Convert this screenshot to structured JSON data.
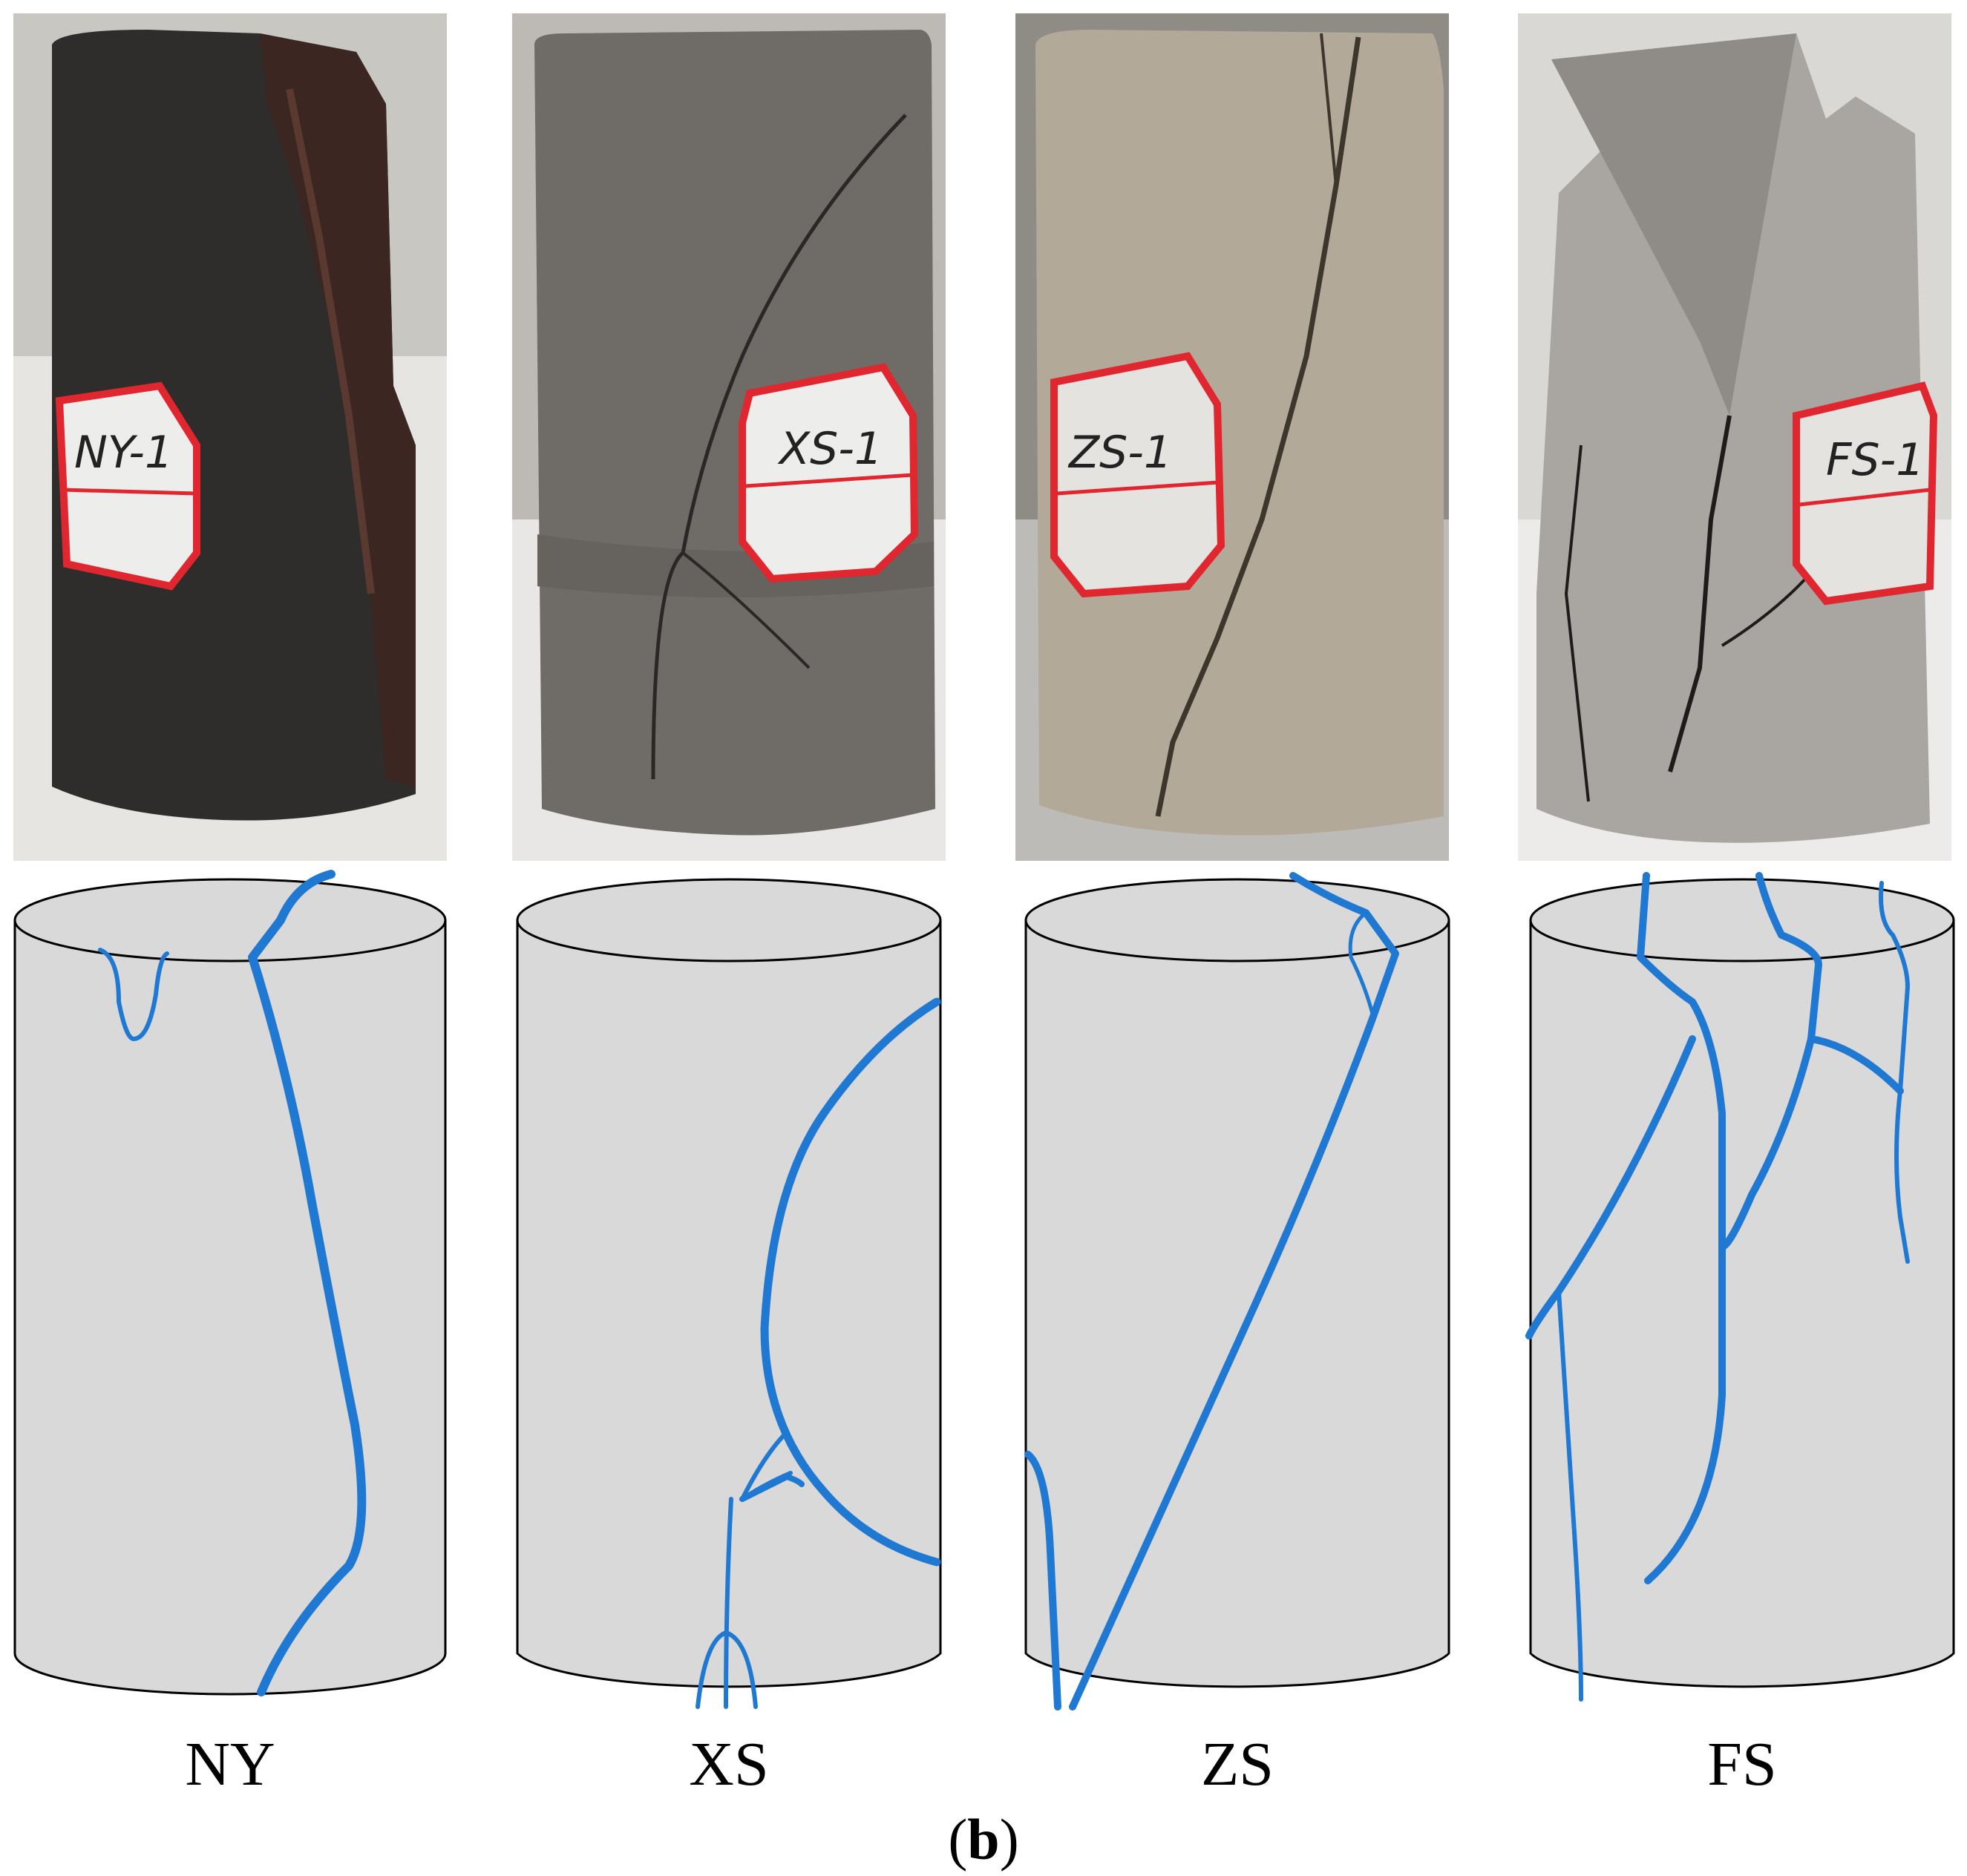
{
  "figure": {
    "panel_label_open": "(",
    "panel_label_letter": "b",
    "panel_label_close": ")"
  },
  "specimens": [
    {
      "id": "NY",
      "caption": "NY",
      "tag": "NY-1",
      "rock_color": "#2e2d2b",
      "rock_dark": "#1c1b1a",
      "bg_color": "#c9c7c2"
    },
    {
      "id": "XS",
      "caption": "XS",
      "tag": "XS-1",
      "rock_color": "#6f6b66",
      "rock_dark": "#5a5652",
      "bg_color": "#bdbab5"
    },
    {
      "id": "ZS",
      "caption": "ZS",
      "tag": "ZS-1",
      "rock_color": "#b3a999",
      "rock_dark": "#9a907f",
      "bg_color": "#8f8c86"
    },
    {
      "id": "FS",
      "caption": "FS",
      "tag": "FS-1",
      "rock_color": "#a9a6a2",
      "rock_dark": "#8f8c88",
      "bg_color": "#d9d8d5"
    }
  ],
  "colors": {
    "crack": "#1f78d1",
    "cylinder_fill": "#d9d9d9",
    "cylinder_stroke": "#000000",
    "tag_border": "#e0262f"
  }
}
